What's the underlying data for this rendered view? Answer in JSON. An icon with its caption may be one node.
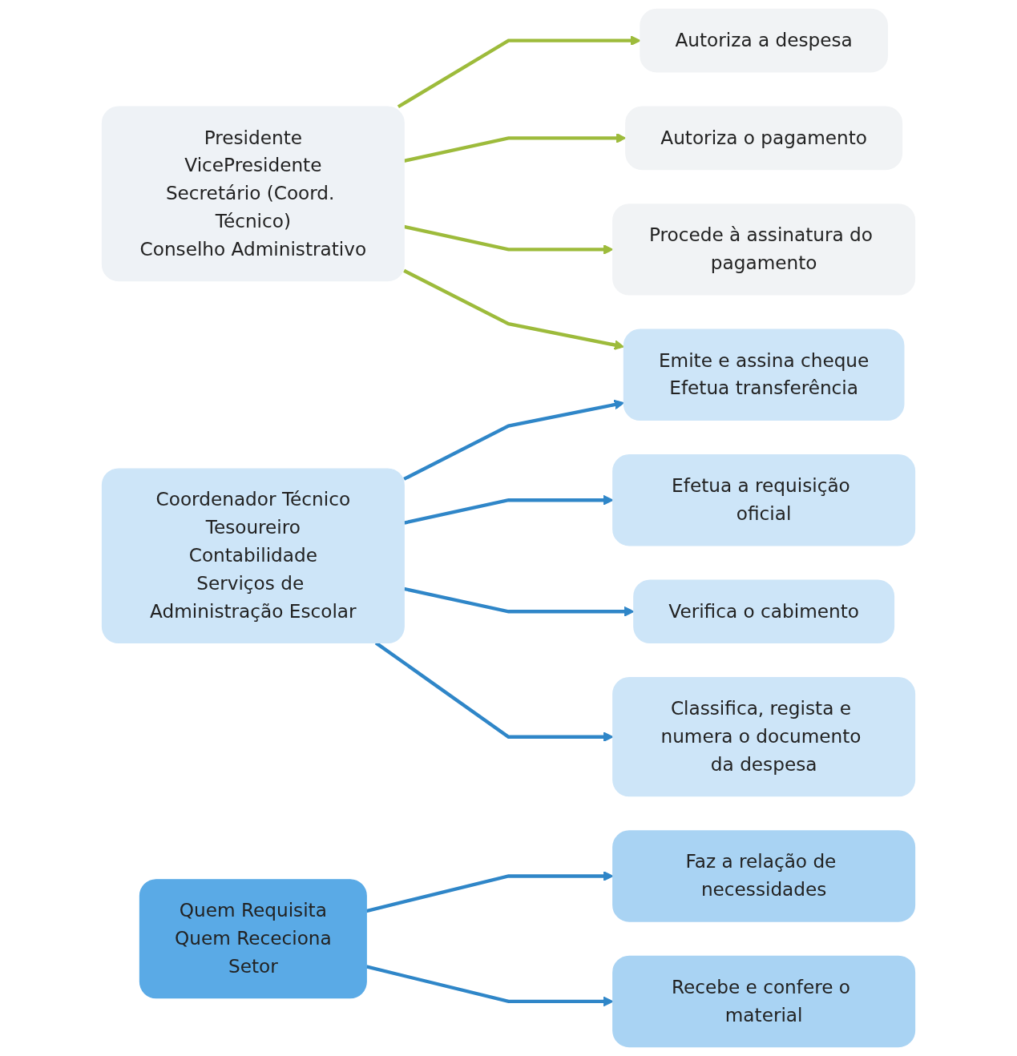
{
  "diagram": {
    "nodes": [
      {
        "text": [
          "Presidente",
          "VicePresidente",
          "Secretário (Coord. Técnico)",
          "Conselho Administrativo"
        ]
      },
      {
        "text": [
          "Autoriza a despesa"
        ]
      },
      {
        "text": [
          "Autoriza o pagamento"
        ]
      },
      {
        "text": [
          "Procede à assinatura do pagamento"
        ]
      },
      {
        "text": [
          "Efetua a requisição oficial"
        ]
      },
      {
        "text": [
          "Coordenador Técnico",
          "Tesoureiro",
          "Contabilidade",
          "Serviços de Administração Escolar"
        ]
      },
      {
        "text": [
          "Emite e assina cheque",
          "Efetua transferência"
        ]
      },
      {
        "text": [
          "Verifica o cabimento"
        ]
      },
      {
        "text": [
          "Classifica, regista e numera o documento da despesa"
        ]
      },
      {
        "text": [
          "Quem Requisita",
          "Quem Receciona",
          "Setor"
        ]
      },
      {
        "text": [
          "Faz a relação de necessidades"
        ]
      },
      {
        "text": [
          "Recebe e confere o material"
        ]
      }
    ],
    "edges": [
      {
        "from": 0,
        "to": 1,
        "arrow": "to",
        "color": "#9dbb3b"
      },
      {
        "from": 0,
        "to": 2,
        "arrow": "to",
        "color": "#9dbb3b"
      },
      {
        "from": 0,
        "to": 3,
        "arrow": "to",
        "color": "#9dbb3b"
      },
      {
        "from": 0,
        "to": 6,
        "arrow": "to",
        "color": "#9dbb3b"
      },
      {
        "from": 5,
        "to": 4,
        "arrow": "to"
      },
      {
        "from": 5,
        "to": 6,
        "arrow": "to"
      },
      {
        "from": 5,
        "to": 7,
        "arrow": "to"
      },
      {
        "from": 5,
        "to": 8,
        "arrow": "to"
      },
      {
        "from": 9,
        "to": 10,
        "arrow": "to"
      },
      {
        "from": 9,
        "to": 11,
        "arrow": "to"
      }
    ]
  }
}
